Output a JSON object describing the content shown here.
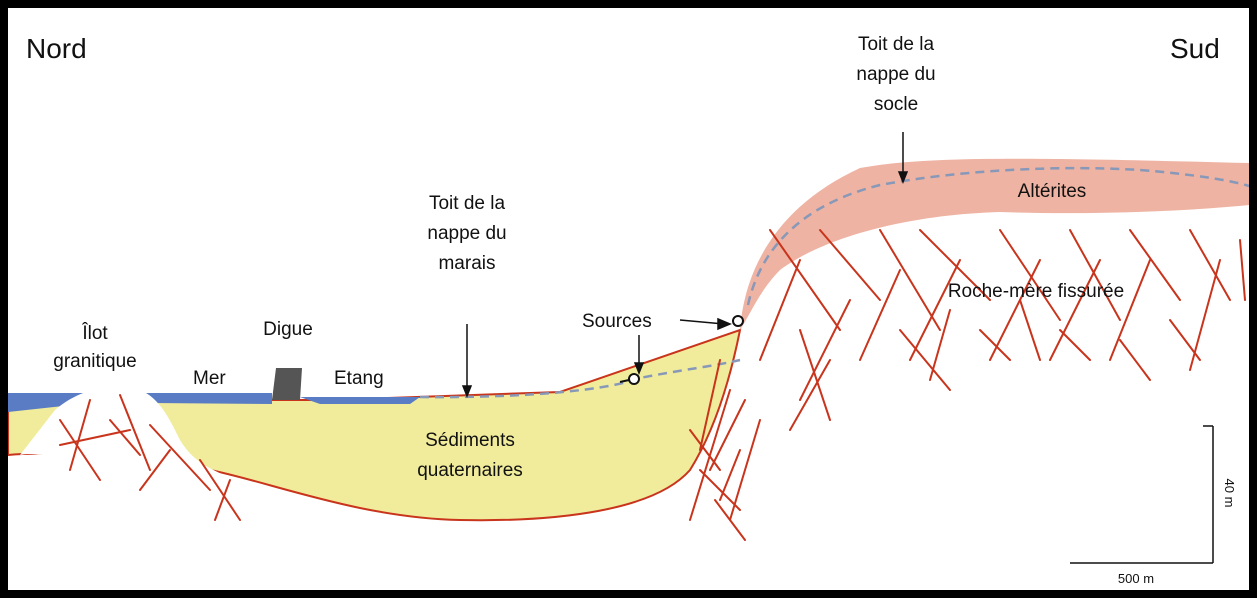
{
  "labels": {
    "north": "Nord",
    "south": "Sud",
    "islet_line1": "Îlot",
    "islet_line2": "granitique",
    "sea": "Mer",
    "dike": "Digue",
    "pond": "Etang",
    "marsh_top_line1": "Toit de la",
    "marsh_top_line2": "nappe du",
    "marsh_top_line3": "marais",
    "springs": "Sources",
    "sediments_line1": "Sédiments",
    "sediments_line2": "quaternaires",
    "basement_top_line1": "Toit de la",
    "basement_top_line2": "nappe du",
    "basement_top_line3": "socle",
    "weathered": "Altérites",
    "bedrock": "Roche-mère fissurée",
    "scale_vertical": "40 m",
    "scale_horizontal": "500 m"
  },
  "colors": {
    "sea": "#5a7cc4",
    "sediments": "#f1ec9b",
    "weathered": "#eeb3a3",
    "fractures": "#c8341c",
    "water_table": "#8898b8"
  }
}
